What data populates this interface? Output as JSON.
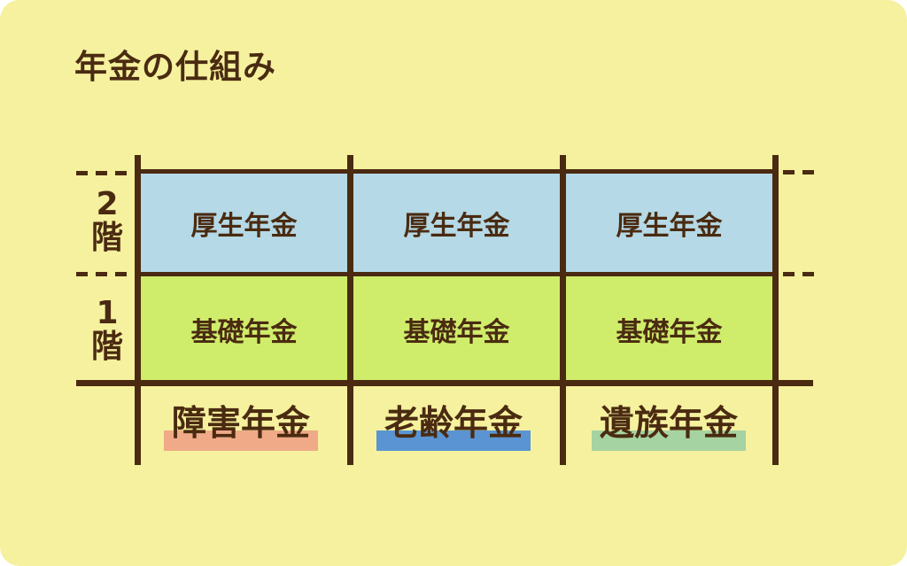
{
  "title": "年金の仕組み",
  "colors": {
    "background": "#f5f19e",
    "line_and_text": "#4a2b11",
    "upper_row_fill": "#b5d9e6",
    "lower_row_fill": "#cfec6b"
  },
  "floors": [
    {
      "label": "2階"
    },
    {
      "label": "1階"
    }
  ],
  "rows": [
    {
      "floor": "2階",
      "cells": [
        "厚生年金",
        "厚生年金",
        "厚生年金"
      ]
    },
    {
      "floor": "1階",
      "cells": [
        "基礎年金",
        "基礎年金",
        "基礎年金"
      ]
    }
  ],
  "categories": [
    {
      "label": "障害年金",
      "color": "#f0aa87"
    },
    {
      "label": "老齢年金",
      "color": "#5a94d2"
    },
    {
      "label": "遺族年金",
      "color": "#a5d3a2"
    }
  ]
}
